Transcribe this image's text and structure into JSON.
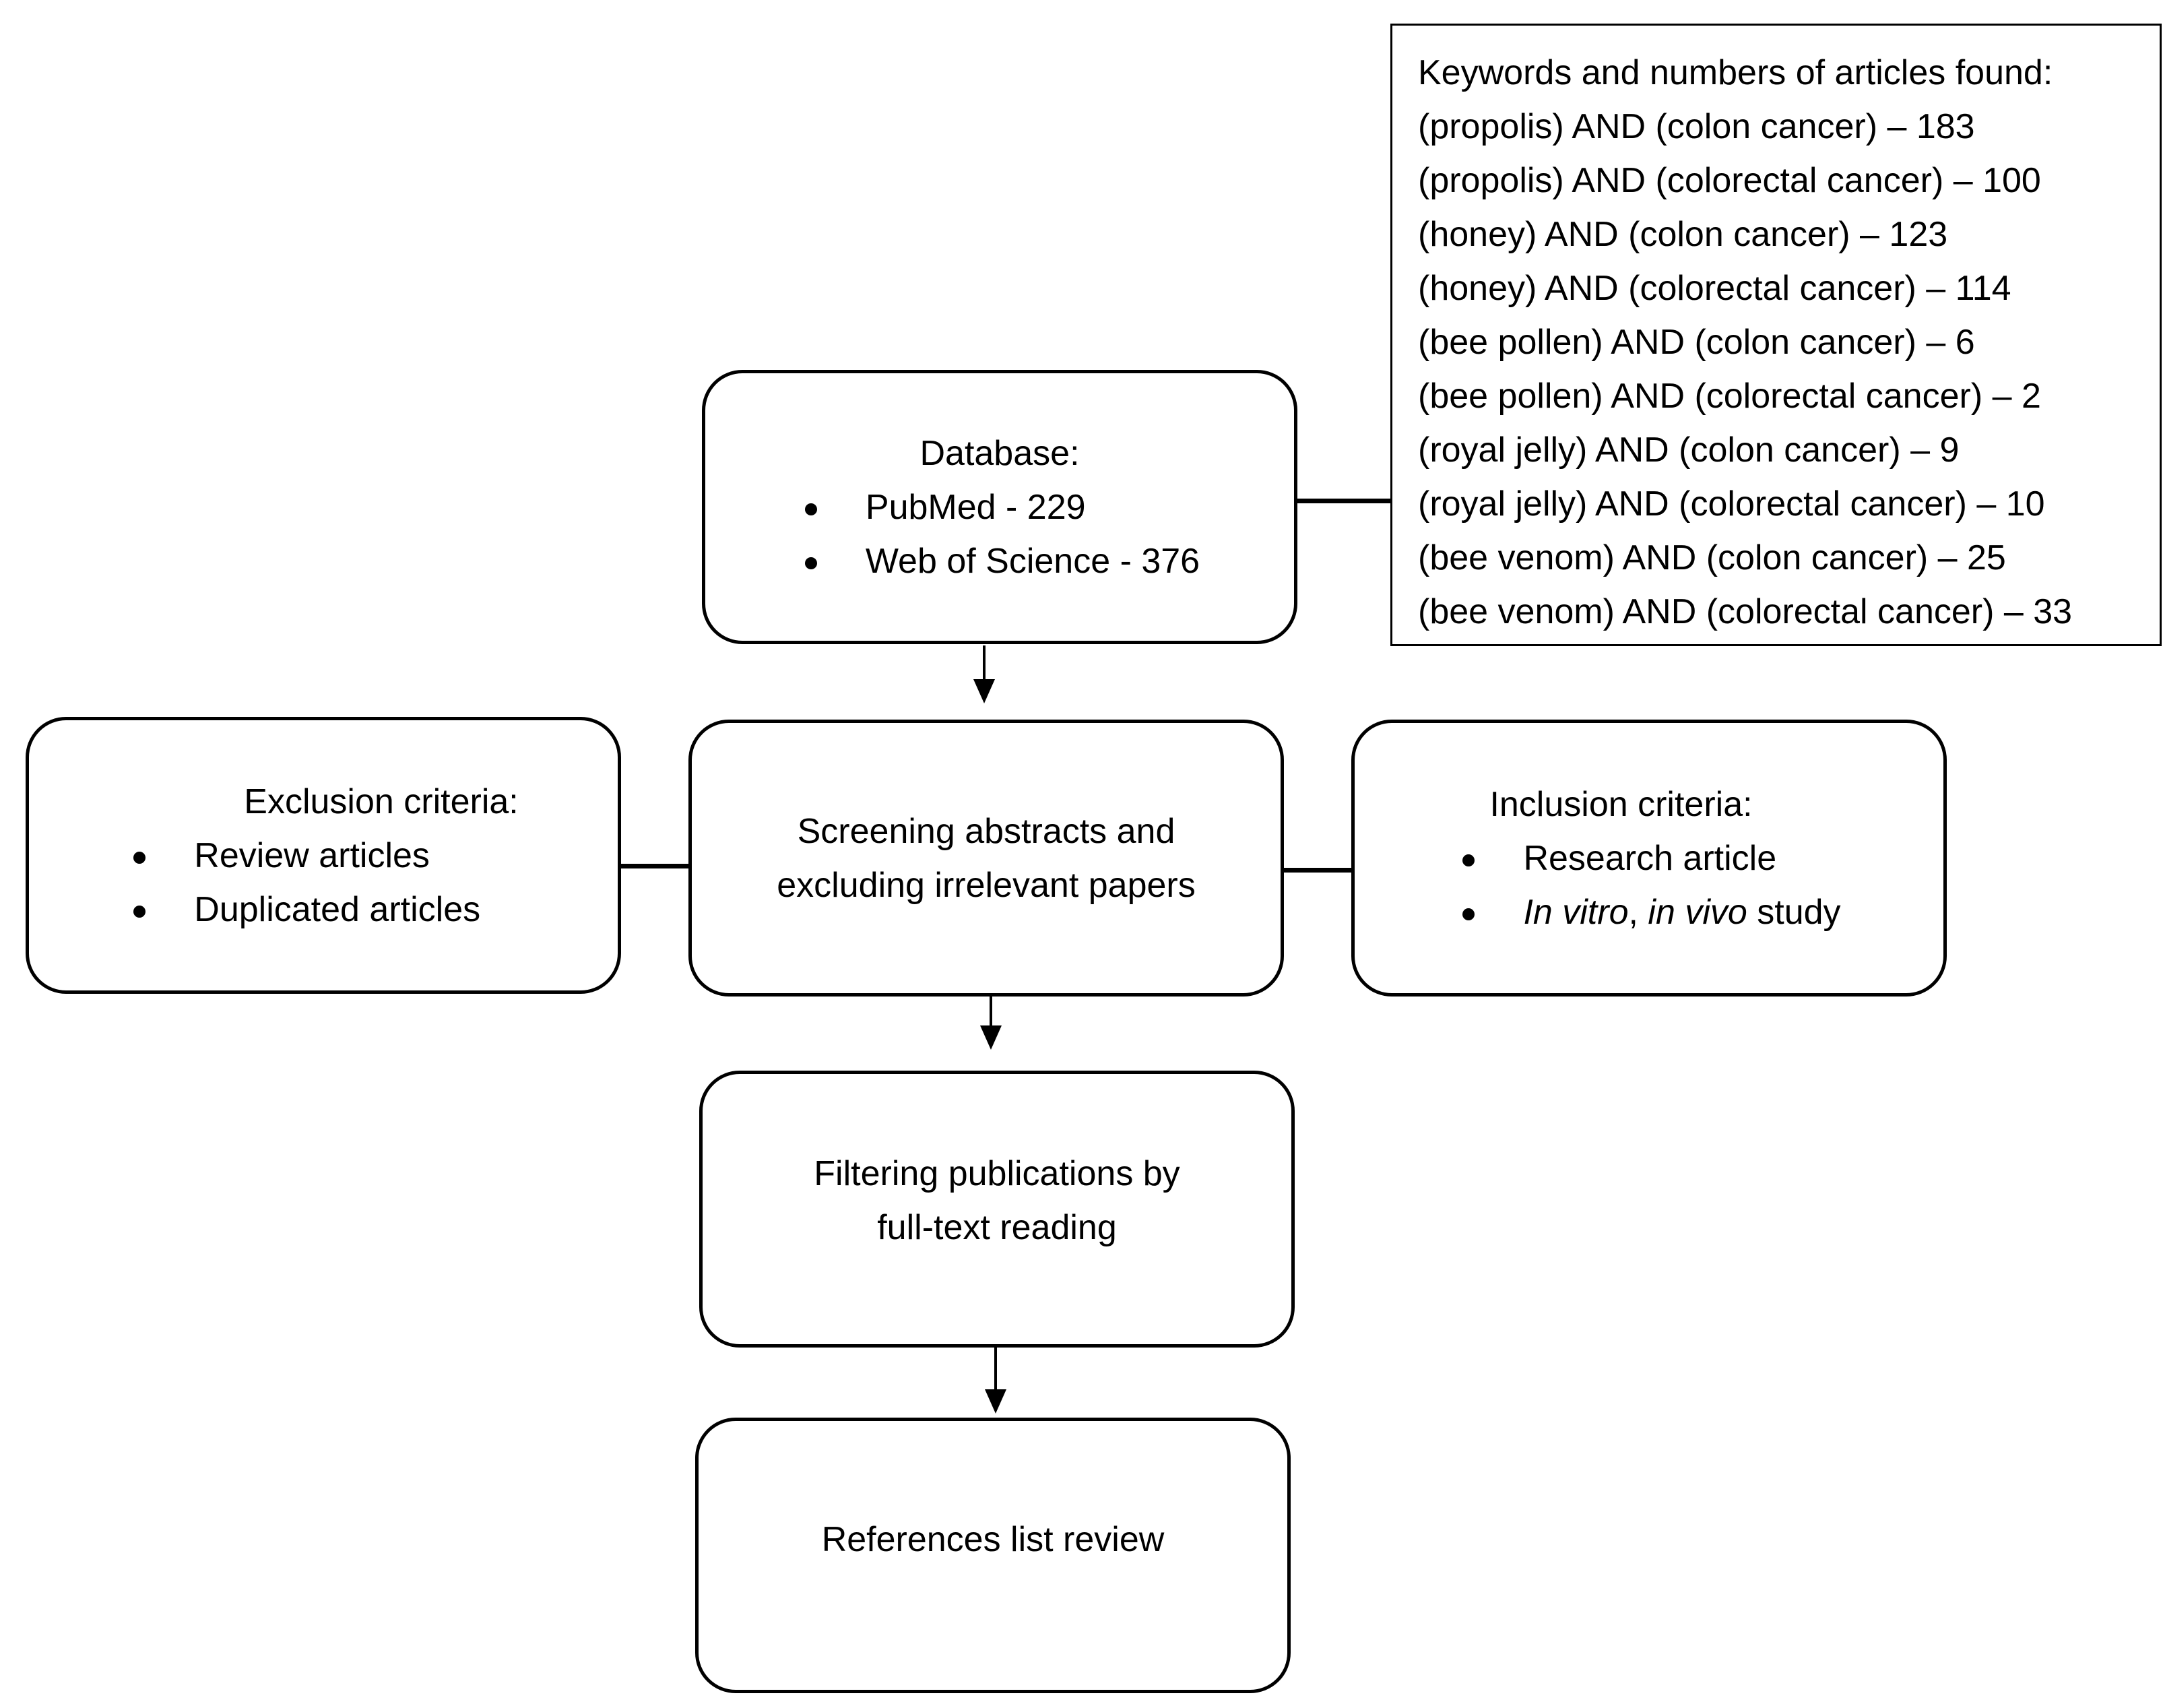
{
  "keywords_box": {
    "title": "Keywords and numbers of articles found:",
    "lines": [
      "(propolis) AND (colon cancer) – 183",
      "(propolis) AND (colorectal cancer) – 100",
      "(honey) AND (colon cancer) – 123",
      "(honey) AND (colorectal cancer) – 114",
      "(bee pollen) AND (colon cancer) – 6",
      "(bee pollen) AND (colorectal cancer) – 2",
      "(royal jelly) AND (colon cancer) – 9",
      "(royal jelly) AND (colorectal cancer) – 10",
      "(bee venom) AND (colon cancer) – 25",
      "(bee venom) AND (colorectal cancer) – 33"
    ]
  },
  "database_box": {
    "title": "Database:",
    "items": [
      "PubMed - 229",
      "Web of Science - 376"
    ]
  },
  "exclusion_box": {
    "title": "Exclusion criteria:",
    "items": [
      "Review articles",
      "Duplicated articles"
    ]
  },
  "screening_box": {
    "line1": "Screening abstracts and",
    "line2": "excluding irrelevant papers"
  },
  "inclusion_box": {
    "title": "Inclusion criteria:",
    "item1": "Research article",
    "item2_italic_a": "In vitro",
    "item2_sep": ", ",
    "item2_italic_b": "in vivo",
    "item2_rest": " study"
  },
  "filtering_box": {
    "line1": "Filtering publications by",
    "line2": "full-text reading"
  },
  "references_box": {
    "label": "References list review"
  }
}
